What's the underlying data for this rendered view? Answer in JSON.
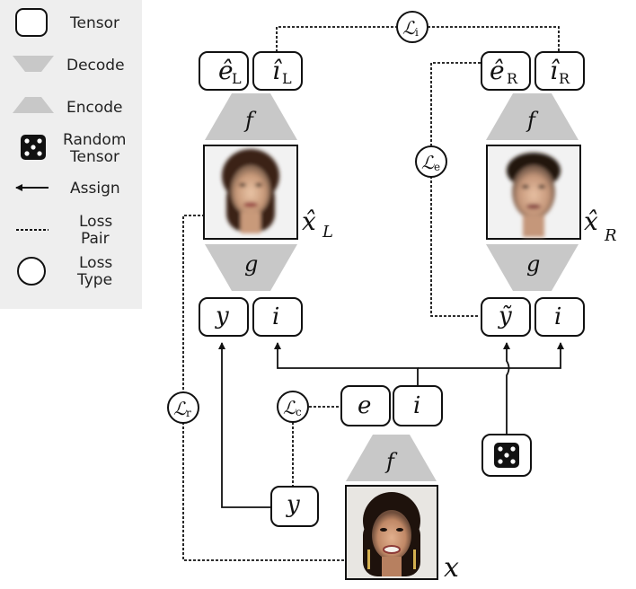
{
  "legend": {
    "tensor": "Tensor",
    "decode": "Decode",
    "encode": "Encode",
    "random_tensor_line1": "Random",
    "random_tensor_line2": "Tensor",
    "assign": "Assign",
    "loss_pair_line1": "Loss",
    "loss_pair_line2": "Pair",
    "loss_type_line1": "Loss",
    "loss_type_line2": "Type"
  },
  "labels": {
    "f": "f",
    "g": "g",
    "y": "y",
    "i": "i",
    "e": "e",
    "x": "x",
    "e_hat": "ê",
    "i_hat": "î",
    "y_tilde": "ỹ",
    "x_hat": "x̂",
    "sub_L": "L",
    "sub_R": "R",
    "L": "ℒ",
    "sub_i": "i",
    "sub_e": "e",
    "sub_r": "r",
    "sub_c": "c"
  },
  "colors": {
    "legend_bg": "#eeeeee",
    "trapezoid": "#c8c8c8",
    "box_stroke": "#111111",
    "dice": "#111111"
  }
}
